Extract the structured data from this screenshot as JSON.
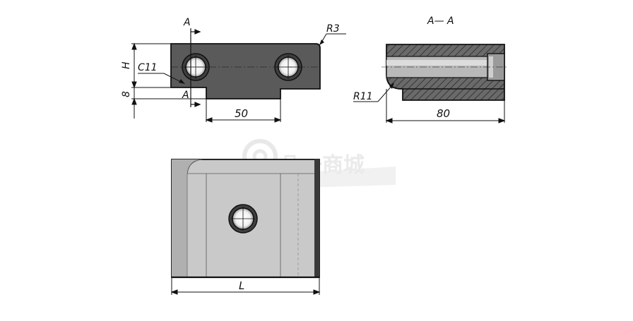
{
  "labels": {
    "section_a_top": "A",
    "section_a_bottom": "A",
    "radius_small": "R3",
    "chamfer": "C11",
    "height": "H",
    "slot_height": "8",
    "hole_spacing": "50",
    "section_title": "A— A",
    "radius_large": "R11",
    "section_length": "80",
    "length": "L"
  },
  "watermark": {
    "text": "凡一商城"
  },
  "colors": {
    "part_dark": "#5a5a5a",
    "part_light": "#c8c8c8",
    "line": "#111111"
  }
}
